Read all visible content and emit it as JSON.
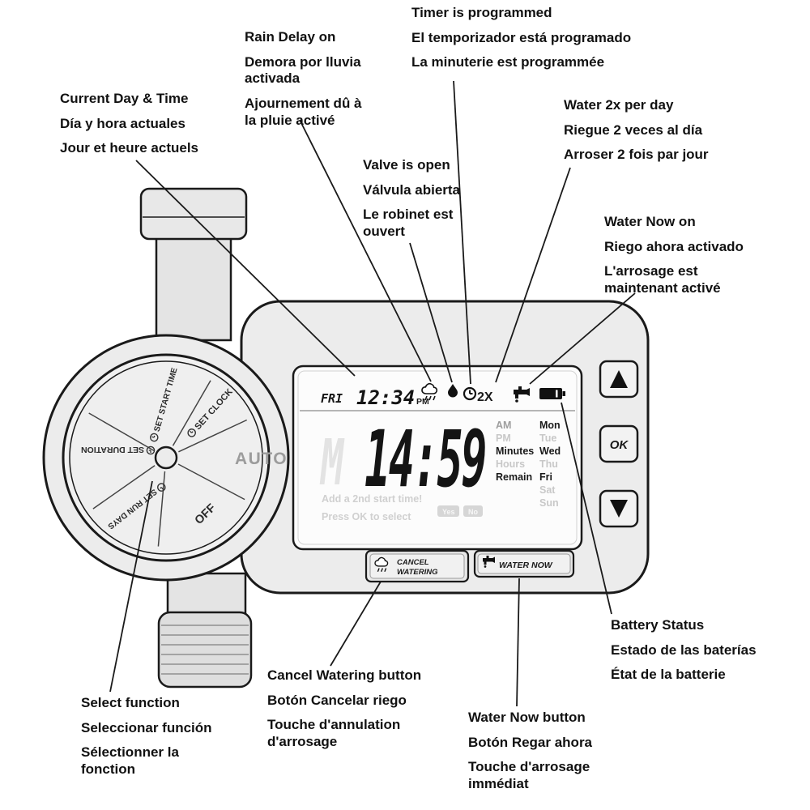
{
  "page": {
    "background": "#ffffff",
    "ink": "#1a1a1a"
  },
  "callouts": {
    "current_day_time": {
      "en": "Current Day & Time",
      "es": "Día y hora actuales",
      "fr": "Jour et heure actuels"
    },
    "rain_delay": {
      "en": "Rain Delay on",
      "es": "Demora por lluvia\nactivada",
      "fr": "Ajournement dû à\nla pluie activé"
    },
    "timer_programmed": {
      "en": "Timer is programmed",
      "es": "El temporizador está programado",
      "fr": "La minuterie est programmée"
    },
    "valve_open": {
      "en": "Valve is open",
      "es": "Válvula abierta",
      "fr": "Le robinet est\nouvert"
    },
    "water_2x": {
      "en": "Water 2x per day",
      "es": "Riegue 2 veces al día",
      "fr": "Arroser 2 fois par jour"
    },
    "water_now_on": {
      "en": "Water Now on",
      "es": "Riego ahora activado",
      "fr": "L'arrosage est\nmaintenant activé"
    },
    "battery_status": {
      "en": "Battery Status",
      "es": "Estado de las baterías",
      "fr": "État de la batterie"
    },
    "select_function": {
      "en": "Select function",
      "es": "Seleccionar función",
      "fr": "Sélectionner la\nfonction"
    },
    "cancel_watering_button": {
      "en": "Cancel Watering button",
      "es": "Botón Cancelar riego",
      "fr": "Touche d'annulation\nd'arrosage"
    },
    "water_now_button": {
      "en": "Water Now button",
      "es": "Botón Regar ahora",
      "fr": "Touche d'arrosage\nimmédiat"
    }
  },
  "dial": {
    "auto": "AUTO",
    "off": "OFF",
    "set_clock": "SET CLOCK",
    "set_start_time": "SET START TIME",
    "set_duration": "SET DURATION",
    "set_run_days": "SET RUN DAYS"
  },
  "lcd": {
    "day": "FRI",
    "time": "12:34",
    "ampm": "PM",
    "multiplier": "2X",
    "countdown": "14:59",
    "ghost": "M",
    "side_labels": [
      "AM",
      "PM",
      "Minutes",
      "Hours",
      "Remain"
    ],
    "week_days": [
      "Mon",
      "Tue",
      "Wed",
      "Thu",
      "Fri",
      "Sat",
      "Sun"
    ],
    "prompt_line1": "Add a 2nd start time!",
    "prompt_line2": "Press OK to select",
    "yes": "Yes",
    "no": "No"
  },
  "buttons": {
    "ok": "OK",
    "cancel_line1": "CANCEL",
    "cancel_line2": "WATERING",
    "water_now": "WATER NOW"
  }
}
